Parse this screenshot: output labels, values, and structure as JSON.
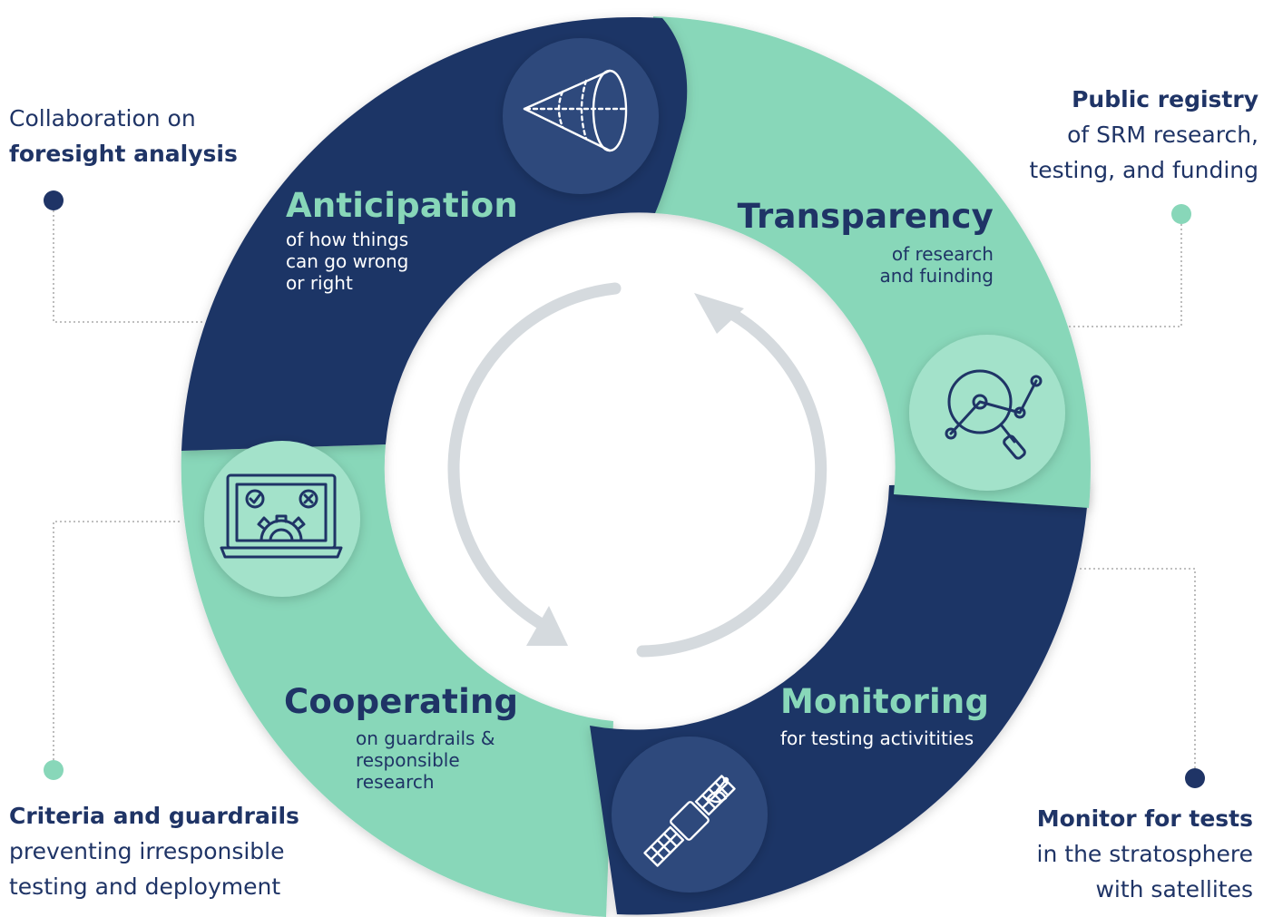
{
  "notes": {
    "top_left": {
      "line1": "Collaboration on",
      "line2_bold": "foresight analysis"
    },
    "top_right": {
      "line1_bold": "Public registry",
      "line2": "of SRM research,",
      "line3": "testing, and funding"
    },
    "bottom_left": {
      "line1_bold": "Criteria and guardrails",
      "line2": "preventing irresponsible",
      "line3": "testing and deployment"
    },
    "bottom_right": {
      "line1_bold": "Monitor for tests",
      "line2": "in the stratosphere",
      "line3": "with satellites"
    }
  },
  "segments": {
    "anticipation": {
      "title": "Anticipation",
      "lines": [
        "of how things",
        "can go wrong",
        "or right"
      ],
      "icon": "cone-icon"
    },
    "transparency": {
      "title": "Transparency",
      "lines": [
        "of research",
        "and fuinding"
      ],
      "icon": "magnifier-chart-icon"
    },
    "monitoring": {
      "title": "Monitoring",
      "lines": [
        "for testing activitities"
      ],
      "icon": "satellite-icon"
    },
    "cooperating": {
      "title": "Cooperating",
      "lines": [
        "on guardrails &",
        "responsible",
        "research"
      ],
      "icon": "laptop-gear-icon"
    }
  },
  "colors": {
    "navy": "#1f3466",
    "teal": "#88d7b9",
    "navy_icon_bg": "#2e4a7c",
    "teal_icon_bg": "#a3e2ca",
    "arrow_gray": "#d5dade",
    "dot_navy": "#1f3466",
    "dot_teal": "#88d7b9"
  }
}
